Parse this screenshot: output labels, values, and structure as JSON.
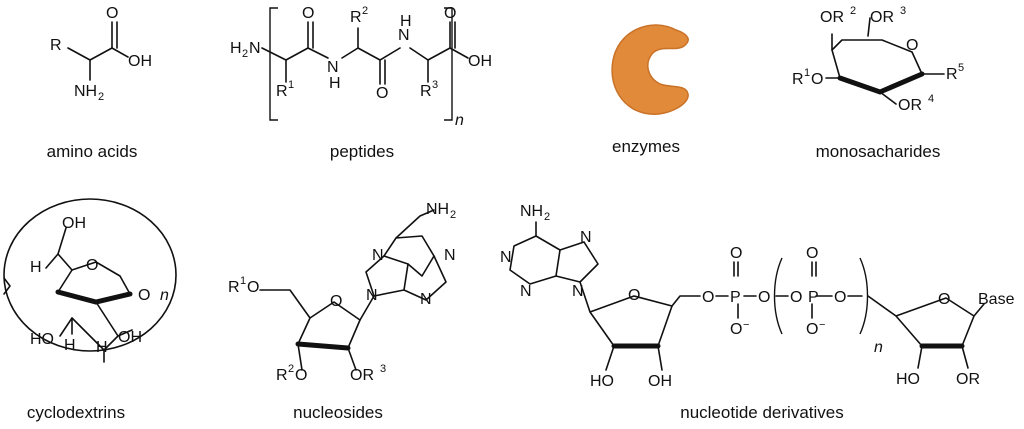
{
  "colors": {
    "enzyme": "#E08A3A",
    "enzyme_dark": "#C97228",
    "ink": "#111111"
  },
  "captions": {
    "amino_acids": "amino acids",
    "peptides": "peptides",
    "enzymes": "enzymes",
    "monosaccharides": "monosacharides",
    "cyclodextrins": "cyclodextrins",
    "nucleosides": "nucleosides",
    "nucleotides": "nucleotide derivatives"
  },
  "labels": {
    "aa": {
      "r": "R",
      "oh": "OH",
      "o": "O",
      "nh": "NH",
      "sub2": "2"
    },
    "pep": {
      "h2n": "H",
      "n": "N",
      "sub2": "2",
      "o": "O",
      "oh": "OH",
      "nh": "NH",
      "h": "H",
      "r": "R",
      "r1": "1",
      "r2": "2",
      "r3": "3",
      "n_rep": "n"
    },
    "mono": {
      "o": "O",
      "or": "OR",
      "r": "R",
      "r1": "1",
      "r2": "2",
      "r3": "3",
      "r4": "4",
      "r5": "5"
    },
    "cyclo": {
      "oh": "OH",
      "ho": "HO",
      "h": "H",
      "o": "O",
      "n_rep": "n"
    },
    "nucleoside": {
      "nh": "NH",
      "sub2": "2",
      "n": "N",
      "o": "O",
      "r": "R",
      "r1": "1",
      "r2": "2",
      "r3": "3",
      "or": "OR"
    },
    "nucleotide": {
      "nh": "NH",
      "sub2": "2",
      "n": "N",
      "o": "O",
      "p": "P",
      "ominus": "O",
      "minus": "−",
      "ho": "HO",
      "oh": "OH",
      "or": "OR",
      "base": "Base",
      "n_rep": "n"
    }
  }
}
